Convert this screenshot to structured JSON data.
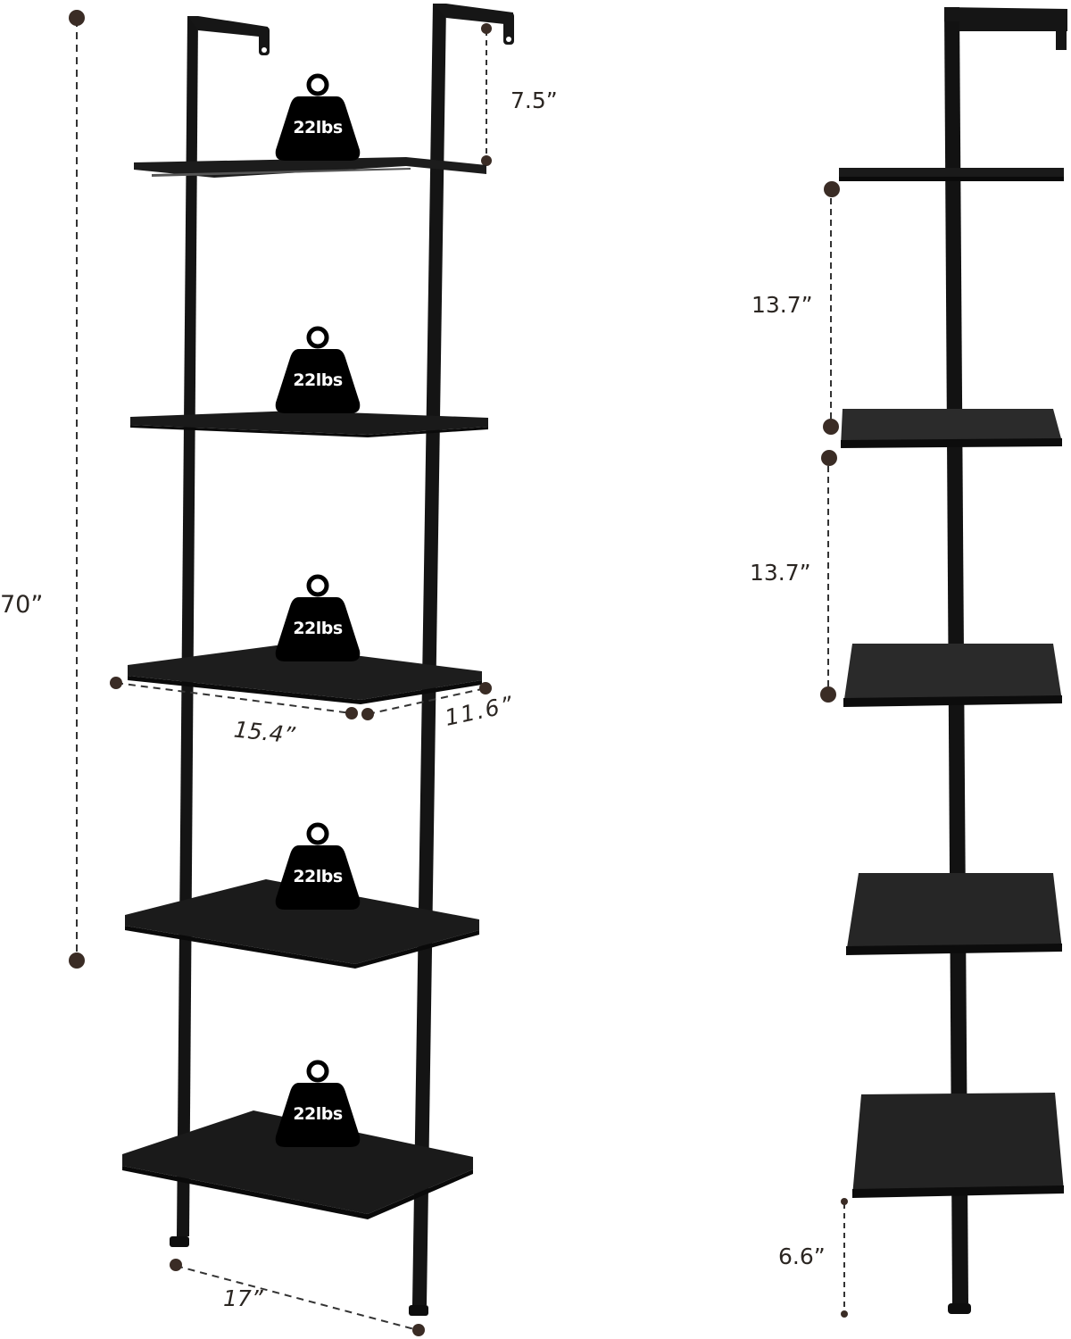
{
  "figure": {
    "type": "product-dimension-diagram",
    "subject": "5-tier ladder shelf",
    "colors": {
      "frame": "#111111",
      "shelf_top": "#1c1c1c",
      "shelf_edge": "#0a0a0a",
      "dimension_dot": "#3a2c25",
      "dimension_line": "#333333",
      "label_text": "#2b2622",
      "weight_icon": "#000000",
      "weight_text": "#ffffff"
    }
  },
  "front_view": {
    "dimensions": {
      "total_height": "70”",
      "top_hook_gap": "7.5”",
      "shelf_width": "15.4”",
      "shelf_depth": "11.6”",
      "base_width": "17”"
    },
    "shelves": [
      {
        "tier": 1,
        "load": "22lbs"
      },
      {
        "tier": 2,
        "load": "22lbs"
      },
      {
        "tier": 3,
        "load": "22lbs"
      },
      {
        "tier": 4,
        "load": "22lbs"
      },
      {
        "tier": 5,
        "load": "22lbs"
      }
    ]
  },
  "side_view": {
    "dimensions": {
      "shelf_spacing_1": "13.7”",
      "shelf_spacing_2": "13.7”",
      "bottom_clearance": "6.6”"
    }
  }
}
